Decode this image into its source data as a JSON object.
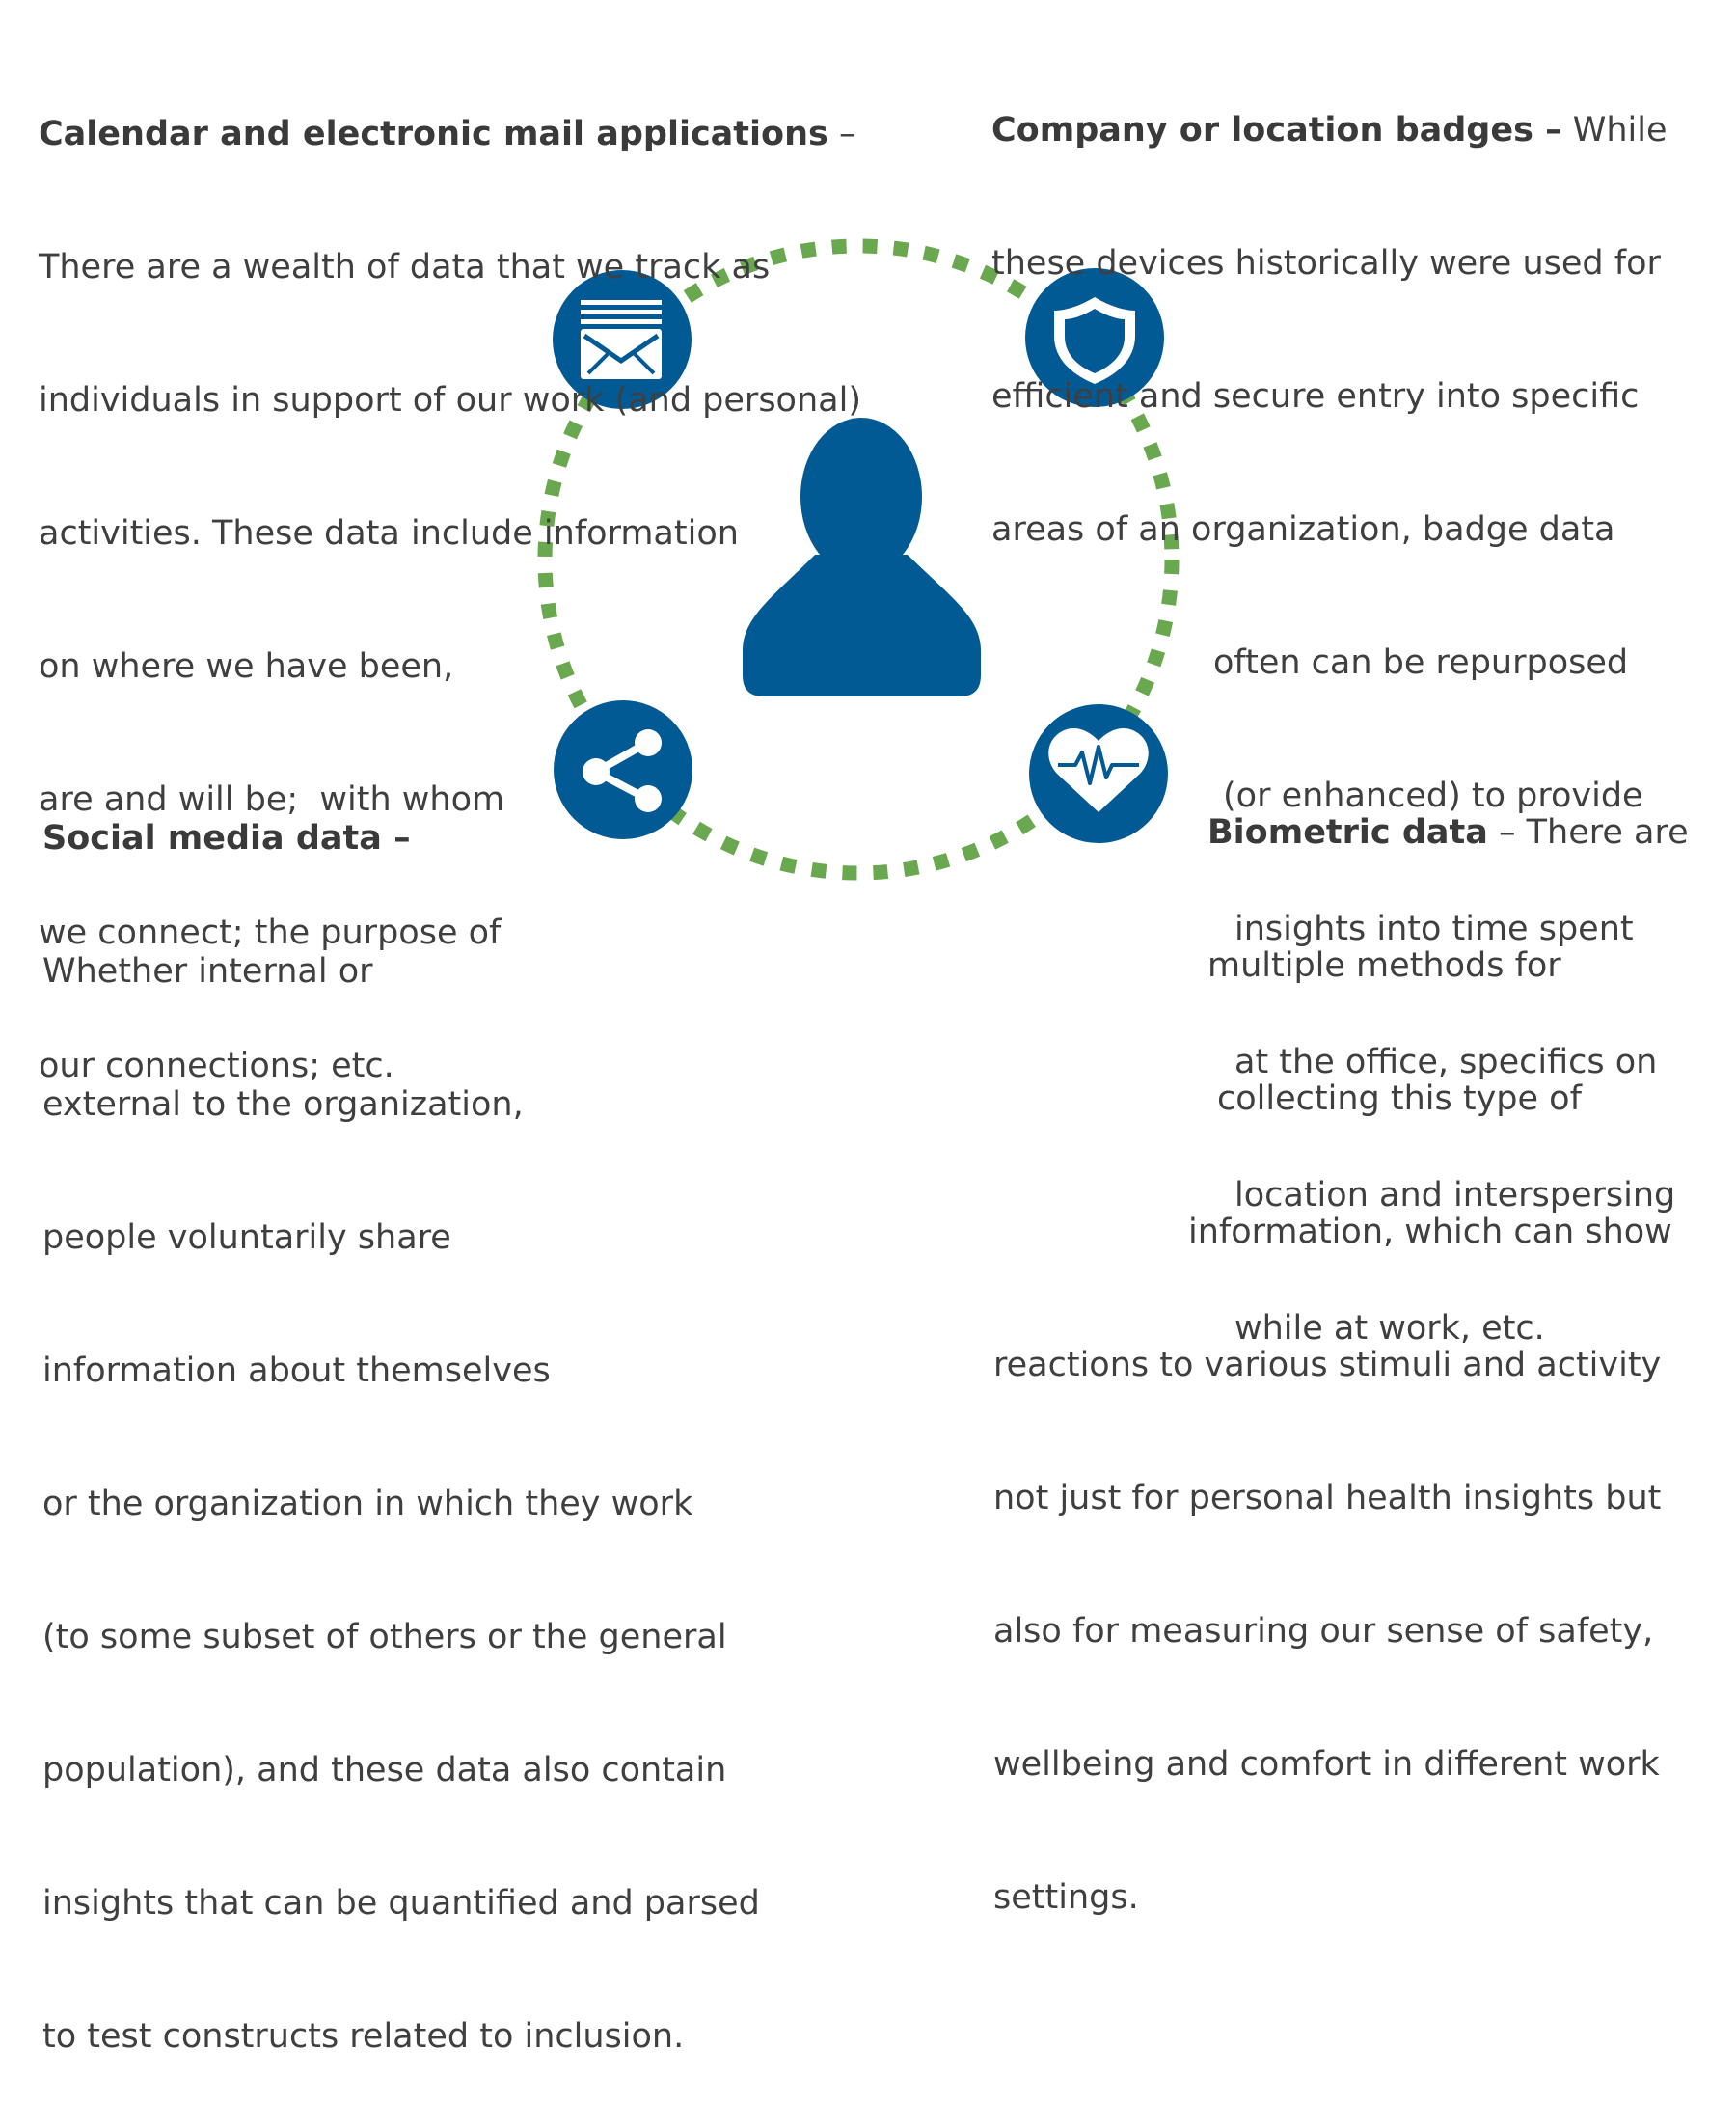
{
  "colors": {
    "ring": "#6aa84f",
    "icon_circle": "#025a94",
    "person": "#025a94",
    "text": "#3f3f3f"
  },
  "icons": {
    "top_left": "envelope-icon",
    "top_right": "shield-icon",
    "bottom_left": "share-icon",
    "bottom_right": "heart-pulse-icon",
    "center": "person-icon"
  },
  "blocks": {
    "calendar": {
      "heading": "Calendar and electronic mail applications",
      "dash": " –",
      "lines": [
        "There are a wealth of data that we track as",
        "individuals in support of our work (and personal)",
        "activities. These data include information",
        "on where we have been,",
        "are and will be;  with whom",
        "we connect; the purpose of",
        "our connections; etc."
      ]
    },
    "badges": {
      "heading": "Company or location badges –",
      "first_line_rest": " While",
      "lines": [
        "these devices historically were used for",
        "efficient and secure entry into specific",
        "areas of an organization, badge data",
        "often can be repurposed",
        "(or enhanced) to provide",
        "insights into time spent",
        "at the office, specifics on",
        "location and interspersing",
        "while at work, etc."
      ]
    },
    "social": {
      "heading": "Social media data –",
      "lines": [
        "Whether internal or",
        "external to the organization,",
        "people voluntarily share",
        "information about themselves",
        "or the organization in which they work",
        "(to some subset of others or the general",
        "population), and these data also contain",
        "insights that can be quantified and parsed",
        "to test constructs related to inclusion."
      ]
    },
    "biometric": {
      "heading": "Biometric data",
      "first_line_rest": " – There are",
      "lines": [
        "multiple methods for",
        "collecting this type of",
        "information, which can show",
        "reactions to various stimuli and activity",
        "not just for personal health insights but",
        "also for measuring our sense of safety,",
        "wellbeing and comfort in different work",
        "settings."
      ]
    }
  }
}
